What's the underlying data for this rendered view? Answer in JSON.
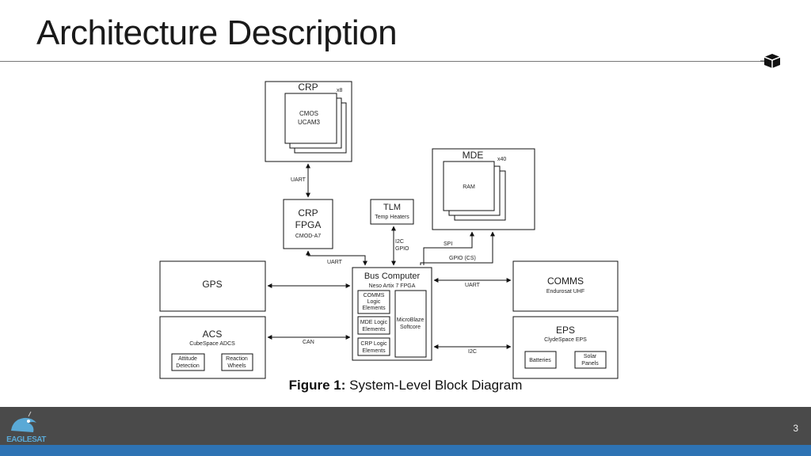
{
  "slide": {
    "title": "Architecture Description",
    "page_number": "3",
    "logo_text": "EAGLESAT"
  },
  "caption": {
    "bold": "Figure 1:",
    "text": " System-Level Block Diagram"
  },
  "blocks": {
    "crp": {
      "title": "CRP",
      "multiplier": "x8",
      "inner_line1": "CMOS",
      "inner_line2": "UCAM3"
    },
    "crp_fpga": {
      "line1": "CRP",
      "line2": "FPGA",
      "sub": "CMOD-A7"
    },
    "tlm": {
      "title": "TLM",
      "sub": "Temp Heaters"
    },
    "mde": {
      "title": "MDE",
      "multiplier": "x40",
      "inner": "RAM"
    },
    "gps": {
      "title": "GPS"
    },
    "bus": {
      "title": "Bus Computer",
      "sub": "Neso Artix 7 FPGA",
      "comms_logic": [
        "COMMS",
        "Logic",
        "Elements"
      ],
      "mde_logic": [
        "MDE Logic",
        "Elements"
      ],
      "crp_logic": [
        "CRP Logic",
        "Elements"
      ],
      "microblaze": [
        "MicroBlaze",
        "Softcore"
      ]
    },
    "comms": {
      "title": "COMMS",
      "sub": "Endurosat UHF"
    },
    "acs": {
      "title": "ACS",
      "sub": "CubeSpace ADCS",
      "attitude": [
        "Attitude",
        "Detection"
      ],
      "wheels": [
        "Reaction",
        "Wheels"
      ]
    },
    "eps": {
      "title": "EPS",
      "sub": "ClydeSpace EPS",
      "batteries": "Batteries",
      "solar": [
        "Solar",
        "Panels"
      ]
    }
  },
  "links": {
    "crp_uart": "UART",
    "fpga_uart": "UART",
    "tlm_bus": [
      "I2C",
      "GPIO"
    ],
    "mde_spi": "SPI",
    "mde_gpio": "GPIO (CS)",
    "comms_uart": "UART",
    "acs_can": "CAN",
    "eps_i2c": "I2C"
  },
  "colors": {
    "footer": "#4a4a4a",
    "accent_strip": "#2e73b4"
  }
}
